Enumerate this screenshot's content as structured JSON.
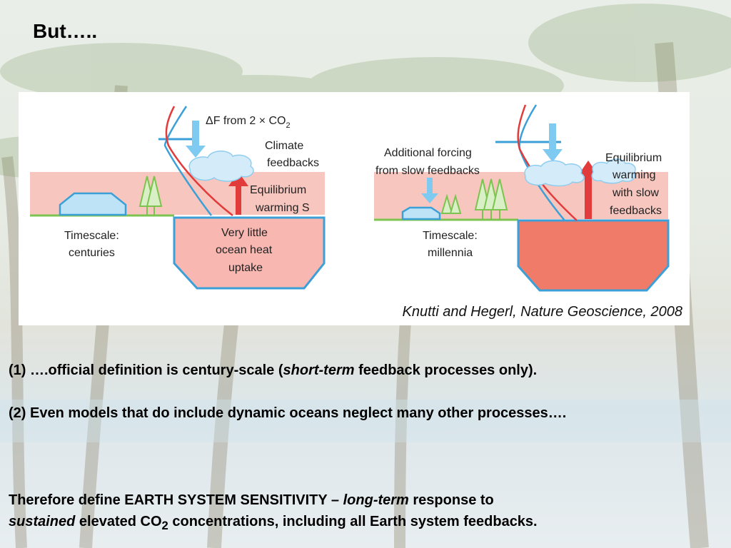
{
  "slide": {
    "title": "But…..",
    "caption": "Knutti and Hegerl, Nature Geoscience, 2008",
    "point1": {
      "prefix": "(1) ….official definition is century-scale (",
      "emph": "short-term",
      "suffix": " feedback processes only)."
    },
    "point2": "(2) Even models that do include dynamic oceans neglect many other processes….",
    "conclusion": {
      "part1": "Therefore define EARTH SYSTEM SENSITIVITY – ",
      "emph1": "long-term",
      "part2": " response to",
      "emph2": "sustained",
      "part3": " elevated CO",
      "sub": "2",
      "part4": " concentrations, including all Earth system feedbacks."
    }
  },
  "diagram": {
    "left": {
      "forcing_prefix": "ΔF from 2 × CO",
      "forcing_sub": "2",
      "climate_feedbacks": [
        "Climate",
        "feedbacks"
      ],
      "equilibrium": [
        "Equilibrium",
        "warming S"
      ],
      "timescale": [
        "Timescale:",
        "centuries"
      ],
      "ocean": [
        "Very little",
        "ocean heat",
        "uptake"
      ]
    },
    "right": {
      "additional": [
        "Additional forcing",
        "from slow feedbacks"
      ],
      "equilibrium": [
        "Equilibrium",
        "warming",
        "with slow",
        "feedbacks"
      ],
      "timescale": [
        "Timescale:",
        "millennia"
      ]
    }
  },
  "colors": {
    "sky_band": "#f6c8bf",
    "ocean_light": "#f8b7b0",
    "ocean_dark": "#ef7b68",
    "blue": "#3ca0d8",
    "red_arrow": "#e23b3b",
    "green": "#7cc44f"
  }
}
